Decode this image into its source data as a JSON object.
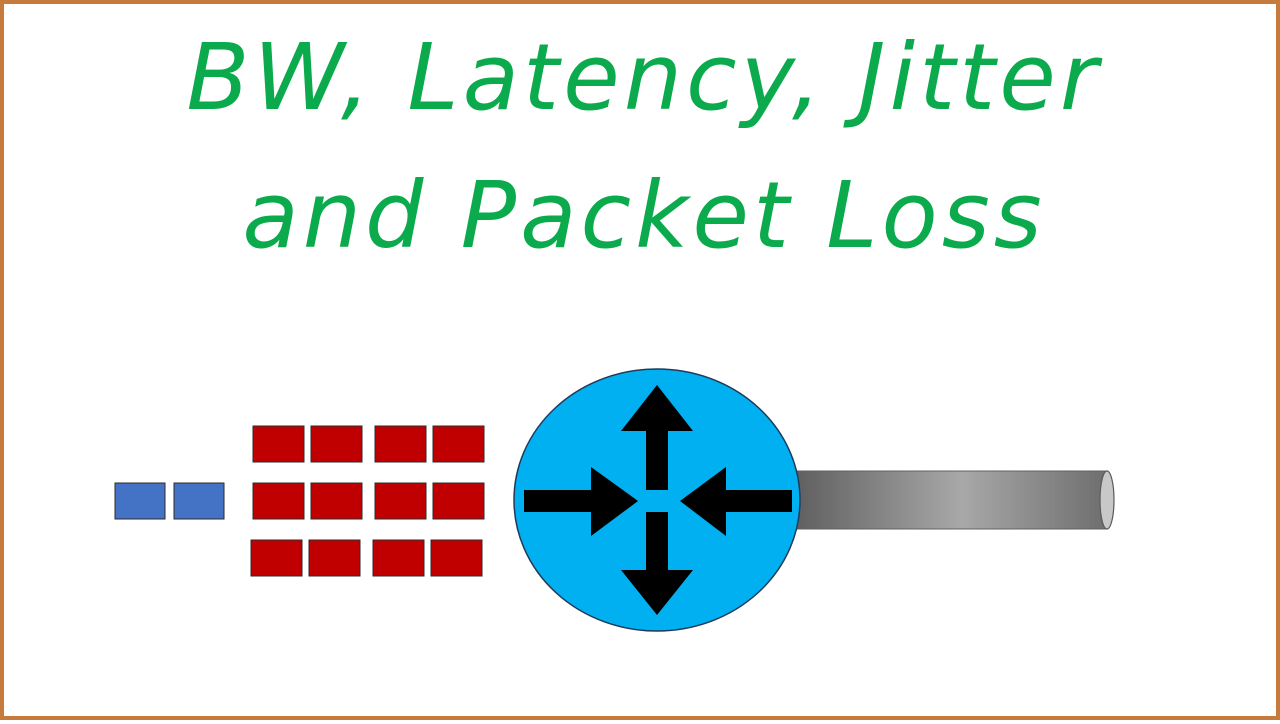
{
  "title": {
    "line1": "BW, Latency, Jitter",
    "line2": "and Packet Loss"
  },
  "colors": {
    "title": "#0aaa4d",
    "border": "#c67a3c",
    "queued_packet": "#c00000",
    "incoming_packet": "#4472c4",
    "router_fill": "#00b0f0",
    "router_arrows": "#000000",
    "link_pipe": "#8c8c8c"
  },
  "icons": {
    "router": "router-icon",
    "link": "pipe-link"
  },
  "diagram": {
    "queued_packets": {
      "rows": 3,
      "cols": 4
    },
    "incoming_packets": {
      "count": 2
    }
  }
}
